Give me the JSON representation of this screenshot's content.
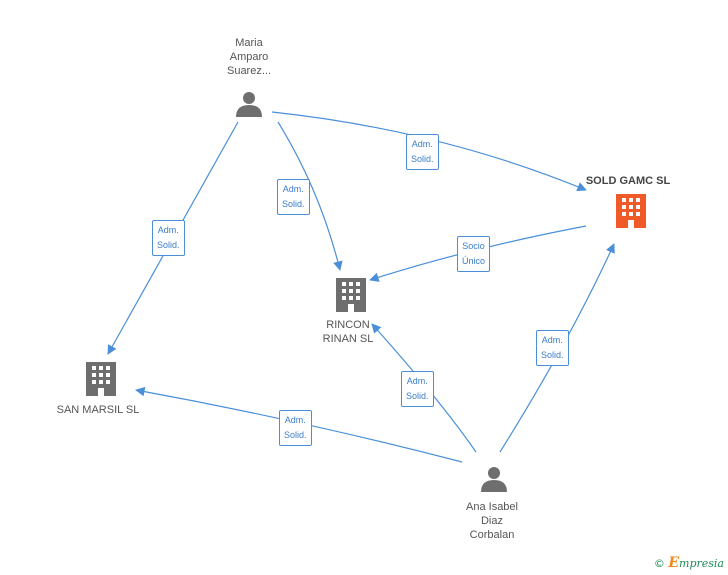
{
  "colors": {
    "edge": "#4a8fd8",
    "person": "#6e6e6e",
    "company": "#6e6e6e",
    "main_company": "#f05a28"
  },
  "nodes": {
    "maria": {
      "label": "Maria\nAmparo\nSuarez...",
      "icon": "person-icon"
    },
    "sold": {
      "label": "SOLD GAMC SL",
      "icon": "building-icon"
    },
    "rincon": {
      "label": "RINCON\nRINAN SL",
      "icon": "building-icon"
    },
    "sanmarsil": {
      "label": "SAN MARSIL SL",
      "icon": "building-icon"
    },
    "ana": {
      "label": "Ana Isabel\nDiaz\nCorbalan",
      "icon": "person-icon"
    }
  },
  "edges": {
    "maria_sold": "Adm.\nSolid.",
    "maria_rincon": "Adm.\nSolid.",
    "maria_sanmarsil": "Adm.\nSolid.",
    "sold_rincon": "Socio\nÚnico",
    "ana_sold": "Adm.\nSolid.",
    "ana_rincon": "Adm.\nSolid.",
    "ana_sanmarsil": "Adm.\nSolid."
  },
  "footer": {
    "copyright": "©",
    "brand_initial": "E",
    "brand_rest": "mpresia"
  }
}
